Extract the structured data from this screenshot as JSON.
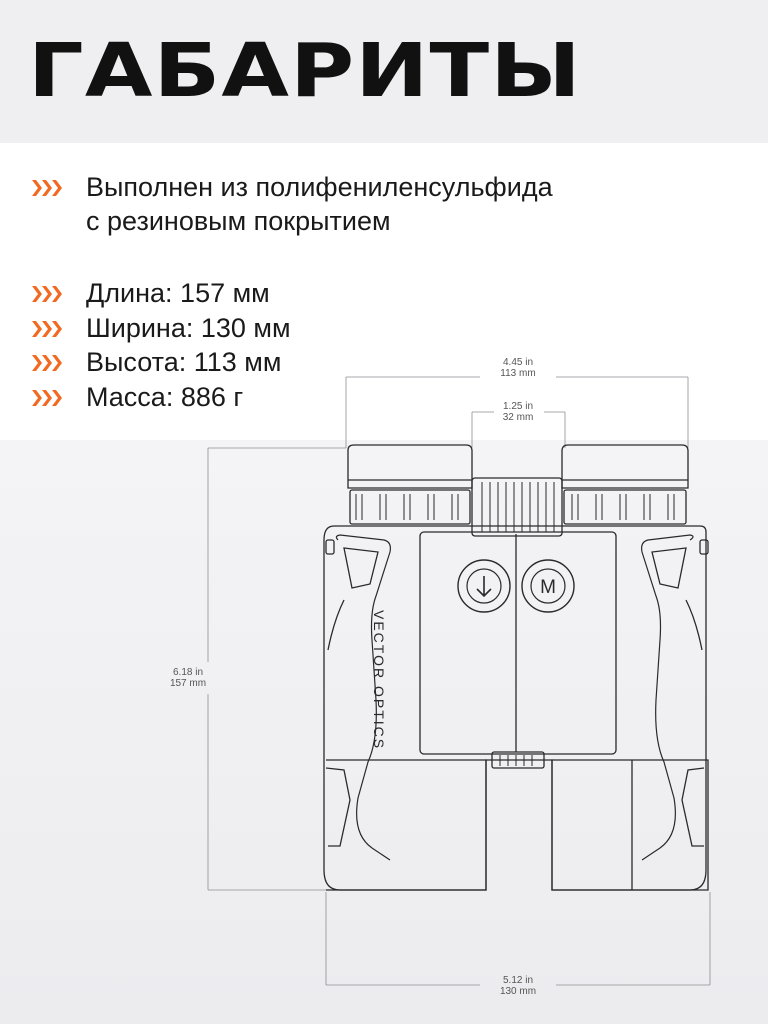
{
  "page": {
    "title": "ГАБАРИТЫ",
    "features": [
      {
        "text": "Выполнен из полифениленсульфида\nс резиновым покрытием"
      },
      {
        "text": "Длина: 157 мм"
      },
      {
        "text": "Ширина: 130 мм"
      },
      {
        "text": "Высота: 113 мм"
      },
      {
        "text": "Масса: 886 г"
      }
    ],
    "accent_color": "#f26a21",
    "bullet_icon": "triple-chevron-icon"
  },
  "dimensions": {
    "height": {
      "imperial": "4.45 in",
      "metric": "113 mm"
    },
    "eyepiece": {
      "imperial": "1.25 in",
      "metric": "32 mm"
    },
    "length": {
      "imperial": "6.18 in",
      "metric": "157 mm"
    },
    "width": {
      "imperial": "5.12 in",
      "metric": "130 mm"
    }
  },
  "product": {
    "brand_text": "VECTOR OPTICS",
    "button_down_icon": "arrow-down-icon",
    "button_mode_label": "M"
  }
}
